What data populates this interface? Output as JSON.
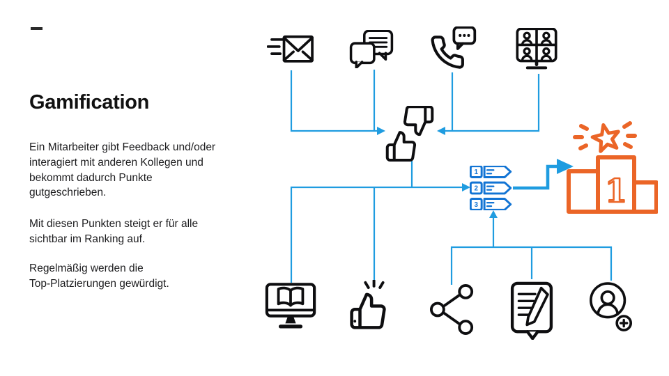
{
  "theme": {
    "background": "#ffffff",
    "text_color": "#1c1c1e",
    "icon_color": "#0e0e10",
    "line_color": "#1f9ce0",
    "ranking_color": "#1274d4",
    "accent_orange": "#eb6527"
  },
  "slide": {
    "title": "Gamification",
    "paragraphs": [
      "Ein Mitarbeiter gibt Feedback und/oder\ninteragiert mit anderen Kollegen und\nbekommt dadurch Punkte\ngutgeschrieben.",
      "Mit diesen Punkten steigt er für alle\nsichtbar im Ranking auf.",
      "Regelmäßig werden die\nTop-Platzierungen gewürdigt."
    ]
  },
  "diagram": {
    "top_icons": [
      "speed-email",
      "chat-messages",
      "phone-call",
      "video-conference"
    ],
    "center_icon": "thumbs-up-down-feedback",
    "bottom_icons": [
      "elearning-screen",
      "thumbs-up-like",
      "share-network",
      "note-pencil",
      "add-person"
    ],
    "ranking": {
      "positions": [
        "1",
        "2",
        "3"
      ]
    },
    "podium": {
      "first_place": "1"
    }
  }
}
